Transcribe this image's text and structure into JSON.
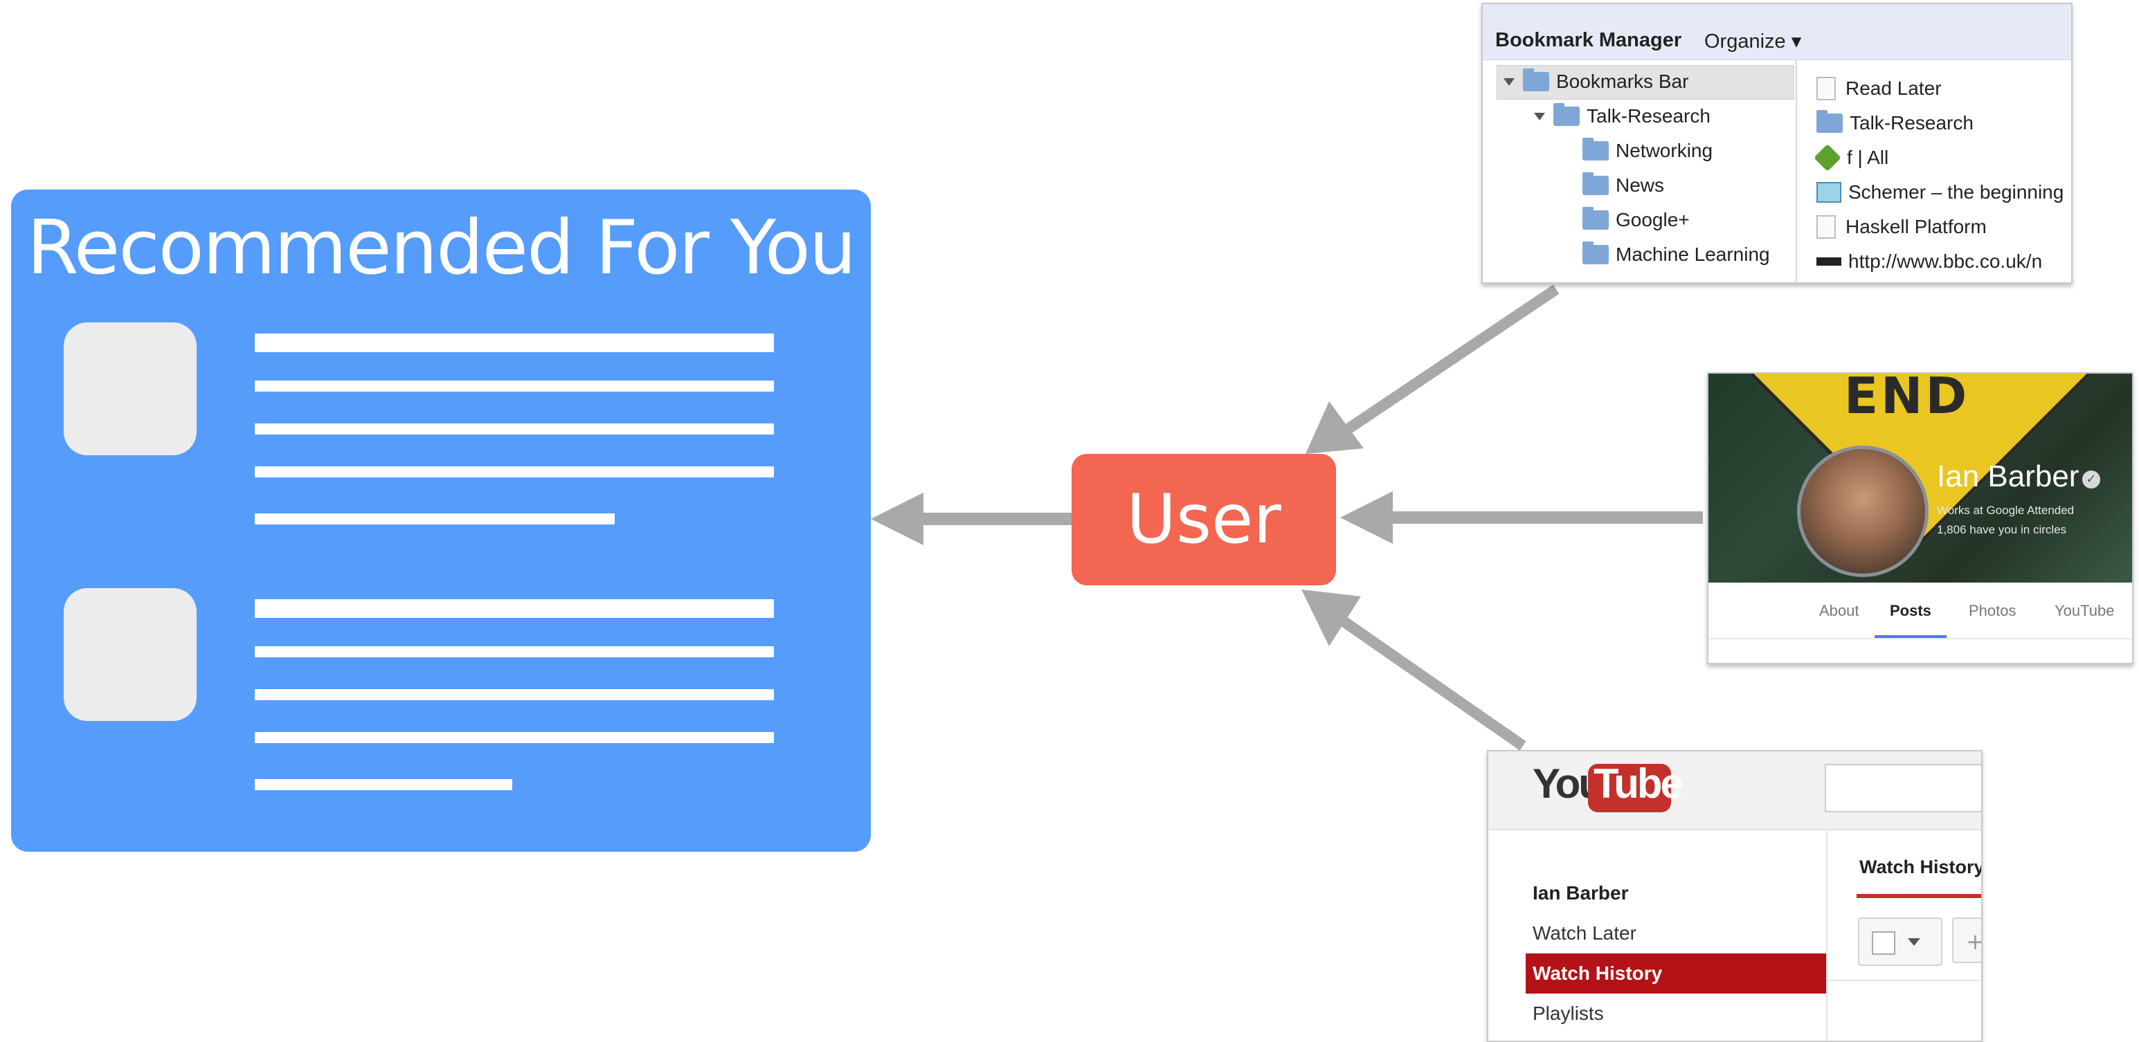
{
  "recommended": {
    "title": "Recommended For You"
  },
  "user": {
    "label": "User"
  },
  "bookmark_manager": {
    "title": "Bookmark Manager",
    "organize_label": "Organize ▾",
    "tree": [
      {
        "label": "Bookmarks Bar",
        "expanded": true
      },
      {
        "label": "Talk-Research",
        "expanded": true
      },
      {
        "label": "Networking"
      },
      {
        "label": "News"
      },
      {
        "label": "Google+"
      },
      {
        "label": "Machine Learning"
      }
    ],
    "items": [
      {
        "label": "Read Later",
        "icon": "page-icon"
      },
      {
        "label": "Talk-Research",
        "icon": "folder-icon"
      },
      {
        "label": "f | All",
        "icon": "feed-icon"
      },
      {
        "label": "Schemer – the beginning",
        "icon": "wave-icon"
      },
      {
        "label": "Haskell Platform",
        "icon": "page-icon"
      },
      {
        "label": "http://www.bbc.co.uk/n",
        "icon": "bbc-icon"
      }
    ]
  },
  "google_plus": {
    "sign_text": "END",
    "name": "Ian Barber",
    "works": "Works at Google   Attended",
    "circles": "1,806 have you in circles",
    "tabs": [
      "About",
      "Posts",
      "Photos",
      "YouTube"
    ],
    "active_tab": "Posts"
  },
  "youtube": {
    "logo_you": "You",
    "logo_tube": "Tube",
    "nav": [
      "Ian Barber",
      "Watch Later",
      "Watch History",
      "Playlists"
    ],
    "active_nav": "Watch History",
    "tab_label": "Watch History",
    "plus_label": "+"
  },
  "colors": {
    "card_blue": "#559cfb",
    "user_red": "#f36651",
    "arrow_gray": "#a9a9a9",
    "youtube_red": "#b31217"
  }
}
